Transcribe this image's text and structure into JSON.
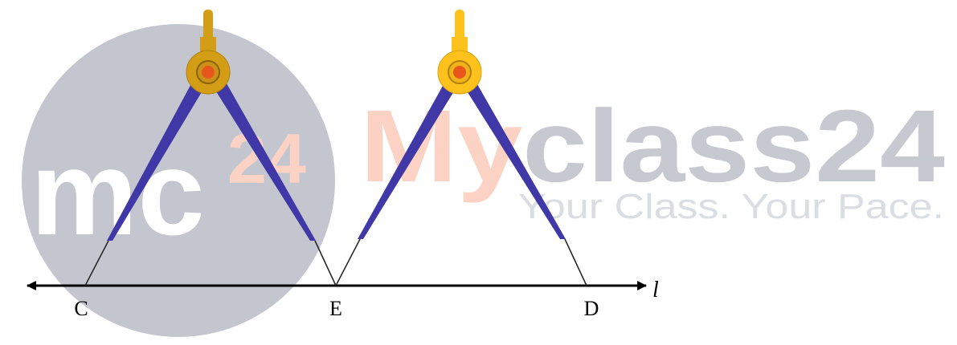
{
  "diagram": {
    "points": [
      {
        "id": "C",
        "label": "C"
      },
      {
        "id": "E",
        "label": "E"
      },
      {
        "id": "D",
        "label": "D"
      }
    ],
    "line_label": "l"
  },
  "watermark": {
    "logo_main": "mc",
    "logo_sup": "24",
    "brand_my": "My",
    "brand_rest": "class24",
    "tagline": "Your Class. Your Pace."
  },
  "colors": {
    "circle": "#c3c6ce",
    "brand_orange": "#fbd2c3",
    "brand_gray": "#c6c9cf",
    "tagline": "#dadde2",
    "compass_leg": "#3f38a6",
    "compass_head_dark": "#d49d16",
    "compass_head_light": "#ffc21c",
    "pivot": "#e8561b",
    "line": "#000000"
  }
}
